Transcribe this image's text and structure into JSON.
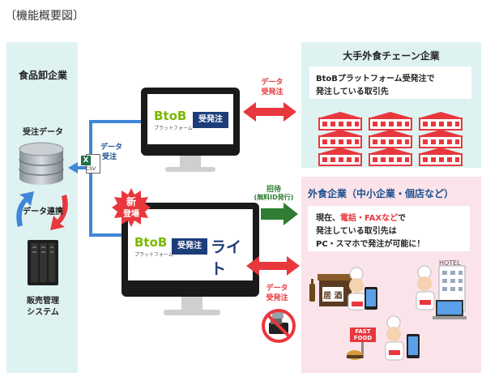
{
  "title": "〔機能概要図〕",
  "left_panel": {
    "heading": "食品卸企業",
    "order_data_label": "受注データ",
    "data_link_label": "データ連携",
    "system_label_1": "販売管理",
    "system_label_2": "システム"
  },
  "left_link": {
    "data_label": "データ",
    "order_label": "受注",
    "csv_label": "CSV",
    "excel_letter": "X"
  },
  "top_monitor": {
    "logo_main": "BtoB",
    "logo_sub": "プラットフォーム",
    "badge": "受発注"
  },
  "bottom_monitor": {
    "logo_main": "BtoB",
    "logo_sub": "プラットフォーム",
    "badge": "受発注",
    "lite": "ライト",
    "new_line1": "新",
    "new_line2": "登場"
  },
  "arrow_top": {
    "line1": "データ",
    "line2": "受発注"
  },
  "arrow_invite": {
    "line1": "招待",
    "line2": "(無料ID発行)"
  },
  "arrow_bottom": {
    "line1": "データ",
    "line2": "受発注"
  },
  "top_panel": {
    "heading": "大手外食チェーン企業",
    "desc_line1": "BtoBプラットフォーム受発注で",
    "desc_line2": "発注している取引先"
  },
  "bottom_panel": {
    "heading": "外食企業（中小企業・個店など）",
    "desc_prefix": "現在、",
    "desc_highlight": "電話・FAXなど",
    "desc_suffix": "で",
    "desc_line2": "発注している取引先は",
    "desc_line3": "PC・スマホで発注が可能に！",
    "hotel_sign": "HOTEL",
    "izakaya_sign": "居 酒",
    "fastfood_sign1": "FAST",
    "fastfood_sign2": "FOOD"
  },
  "colors": {
    "teal_panel": "#dff2f2",
    "pink_panel": "#fbe3ea",
    "red_arrow": "#e8383d",
    "green_arrow": "#2e7d32",
    "navy_badge": "#1d3d7a",
    "link_blue": "#3f86d6",
    "logo_green": "#7ab800"
  }
}
